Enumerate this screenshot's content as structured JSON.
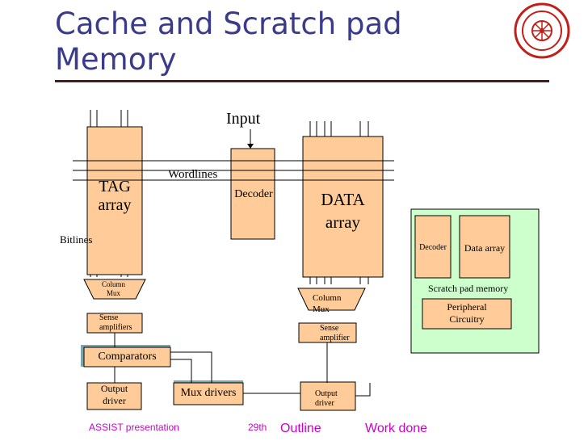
{
  "slide": {
    "title_line1": "Cache and Scratch pad",
    "title_line2": "Memory"
  },
  "diagram": {
    "input": "Input",
    "wordlines": "Wordlines",
    "bitlines": "Bitlines",
    "tag_array_1": "TAG",
    "tag_array_2": "array",
    "decoder": "Decoder",
    "data_array_1": "DATA",
    "data_array_2": "array",
    "column_mux_left_1": "Column",
    "column_mux_left_2": "Mux",
    "column_mux_right_1": "Column",
    "column_mux_right_2": "Mux",
    "sense_left_1": "Sense",
    "sense_left_2": "amplifiers",
    "sense_right_1": "Sense",
    "sense_right_2": "amplifier",
    "comparators": "Comparators",
    "output_driver_left_1": "Output",
    "output_driver_left_2": "driver",
    "mux_drivers": "Mux drivers",
    "output_driver_right_1": "Output",
    "output_driver_right_2": "driver",
    "spm_decoder": "Decoder",
    "spm_data_array": "Data array",
    "spm_label": "Scratch pad memory",
    "peripheral_1": "Peripheral",
    "peripheral_2": "Circuitry"
  },
  "footer": {
    "presentation": "ASSIST presentation",
    "date": "29th",
    "outline_link": "Outline",
    "workdone_link": "Work done"
  },
  "colors": {
    "box_fill": "#ffcc99",
    "spm_fill": "#ccffcc",
    "title": "#3b3b8c",
    "footer_link": "#cc00cc"
  }
}
